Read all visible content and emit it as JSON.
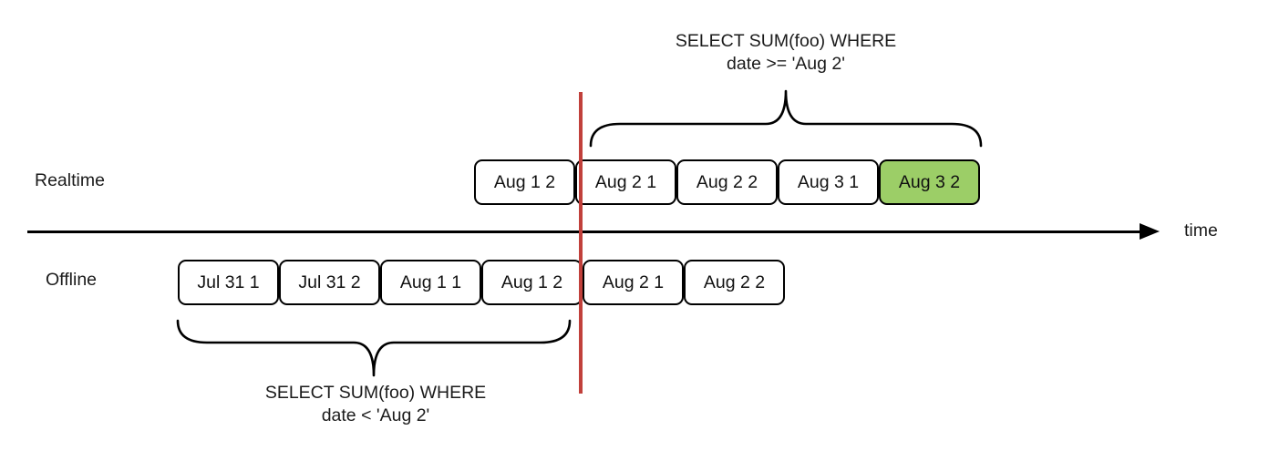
{
  "diagram": {
    "labels": {
      "realtime": "Realtime",
      "offline": "Offline",
      "time_axis": "time"
    },
    "realtime_query": {
      "line1": "SELECT SUM(foo) WHERE",
      "line2": "date >= 'Aug 2'"
    },
    "offline_query": {
      "line1": "SELECT SUM(foo) WHERE",
      "line2": "date < 'Aug 2'"
    },
    "realtime_segments": [
      {
        "label": "Aug 1 2",
        "highlighted": false
      },
      {
        "label": "Aug 2 1",
        "highlighted": false
      },
      {
        "label": "Aug 2 2",
        "highlighted": false
      },
      {
        "label": "Aug 3 1",
        "highlighted": false
      },
      {
        "label": "Aug 3 2",
        "highlighted": true
      }
    ],
    "offline_segments": [
      {
        "label": "Jul 31 1",
        "highlighted": false
      },
      {
        "label": "Jul 31 2",
        "highlighted": false
      },
      {
        "label": "Aug 1 1",
        "highlighted": false
      },
      {
        "label": "Aug 1 2",
        "highlighted": false
      },
      {
        "label": "Aug 2 1",
        "highlighted": false
      },
      {
        "label": "Aug 2 2",
        "highlighted": false
      }
    ],
    "colors": {
      "highlight_green": "#9CCE67",
      "cutoff_red": "#C1403B",
      "stroke_black": "#000000"
    }
  }
}
